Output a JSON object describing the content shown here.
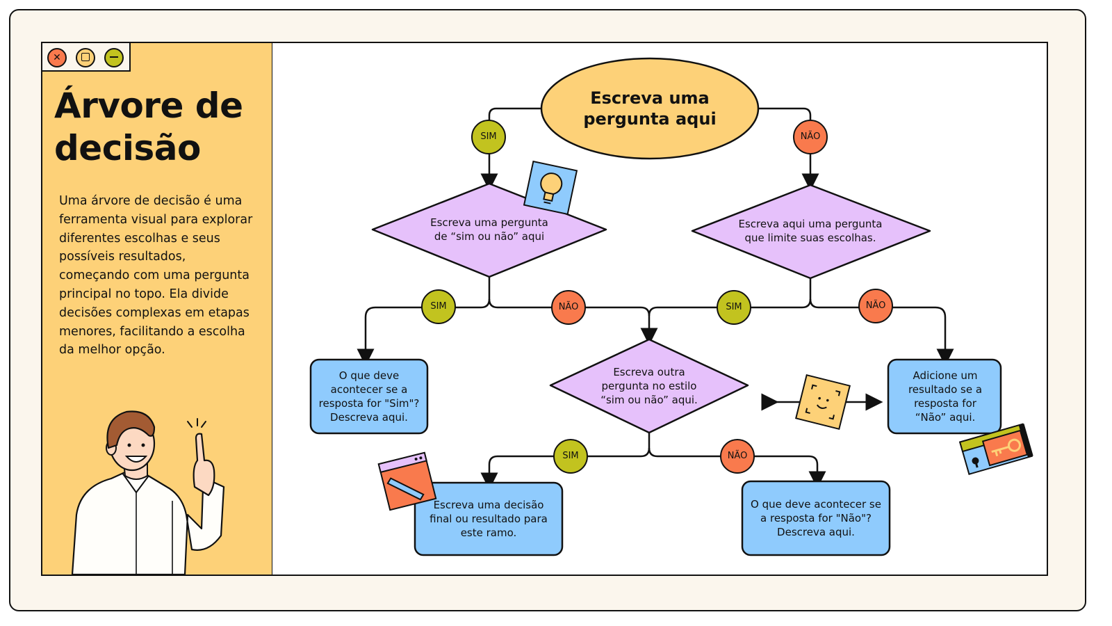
{
  "window": {
    "close_icon": "close-icon",
    "maximize_icon": "maximize-icon",
    "minimize_icon": "minimize-icon"
  },
  "sidebar": {
    "title": "Árvore de decisão",
    "description": "Uma árvore de decisão é uma ferramenta visual para explorar diferentes escolhas e seus possíveis resultados, começando com uma pergunta principal no topo. Ela divide decisões complexas em etapas menores, facilitando a escolha da melhor opção."
  },
  "diagram": {
    "root": "Escreva uma pergunta aqui",
    "q_left": "Escreva uma pergunta de “sim ou não” aqui",
    "q_right": "Escreva aqui uma pergunta que limite suas escolhas.",
    "q_center": "Escreva outra pergunta no estilo “sim ou não” aqui.",
    "r_left": "O que deve acontecer se a resposta for \"Sim\"? Descreva aqui.",
    "r_right": "Adicione um resultado se a resposta for “Não” aqui.",
    "r_bottom_left": "Escreva uma decisão final ou resultado para este ramo.",
    "r_bottom_right": "O que deve acontecer se a resposta for \"Não\"? Descreva aqui.",
    "yes": "SIM",
    "no": "NÃO"
  },
  "colors": {
    "background": "#fbf6ed",
    "sidebar": "#fdd178",
    "question": "#e6c1fb",
    "result": "#8fcbfd",
    "yes": "#c2c31f",
    "no": "#f97a4d",
    "root": "#fdd178"
  },
  "icons": [
    "lightbulb-icon",
    "face-scan-icon",
    "pencil-window-icon",
    "key-icon"
  ]
}
